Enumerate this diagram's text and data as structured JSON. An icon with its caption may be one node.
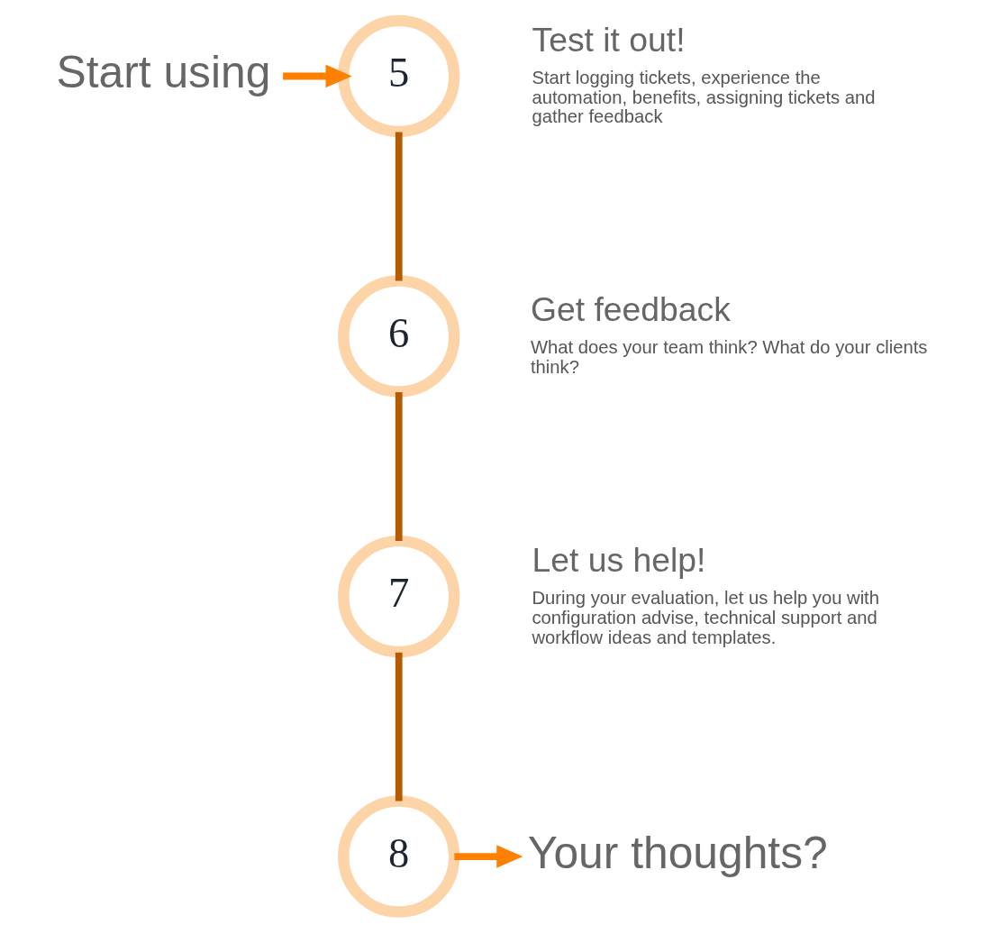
{
  "diagram": {
    "nodes": [
      {
        "text": [
          "5"
        ],
        "beside": [
          "Test it out!",
          "Start logging tickets, experience the automation, benefits, assigning tickets and gather feedback"
        ]
      },
      {
        "text": [
          "Start using"
        ]
      },
      {
        "text": [
          "6"
        ],
        "beside": [
          "Get feedback",
          "What does your team think? What do your clients think?"
        ]
      },
      {
        "text": [
          "7"
        ],
        "beside": [
          "Let us help!",
          "During your evaluation, let us help you with configuration advise, technical support and workflow ideas and templates."
        ]
      },
      {
        "text": [
          "8"
        ]
      },
      {
        "text": [
          "Your thoughts?"
        ]
      }
    ],
    "edges": [
      {
        "from": 1,
        "to": 0,
        "arrow": "to",
        "color": "#ff8000"
      },
      {
        "from": 0,
        "to": 2,
        "arrow": "none",
        "color": "#b35c00"
      },
      {
        "from": 2,
        "to": 3,
        "arrow": "none",
        "color": "#b35c00"
      },
      {
        "from": 3,
        "to": 4,
        "arrow": "none",
        "color": "#b35c00"
      },
      {
        "from": 4,
        "to": 5,
        "arrow": "to",
        "color": "#ff8000"
      }
    ]
  }
}
